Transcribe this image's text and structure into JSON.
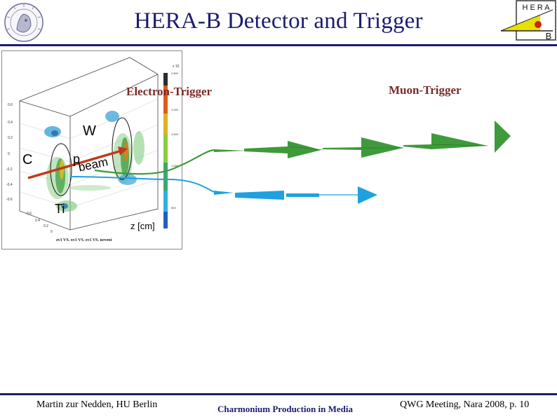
{
  "slide": {
    "title": "HERA-B Detector and Trigger"
  },
  "footer": {
    "author": "Martin zur Nedden, HU Berlin",
    "topic": "Charmonium Production in Media",
    "meeting": "QWG Meeting, Nara 2008, p. 10"
  },
  "plot": {
    "label_W": "W",
    "label_C": "C",
    "label_Ti": "Ti",
    "label_p": "p",
    "label_beam": "beam",
    "label_z": "z [cm]",
    "x_axis_caption": "zv1 VS. xv1 VS. zv1 VS. nevent",
    "colorbar_caption": "x 10"
  },
  "triggers": {
    "electron": "Electron-Trigger",
    "muon": "Muon-Trigger"
  },
  "logo": {
    "letters": "H E R A",
    "b": "B"
  },
  "colors": {
    "title": "#1c1c6e",
    "rule": "#1c1c6e",
    "green_arrow": "#3e9a3a",
    "blue_arrow": "#1fa0e0",
    "red_arrow": "#c0391b"
  }
}
